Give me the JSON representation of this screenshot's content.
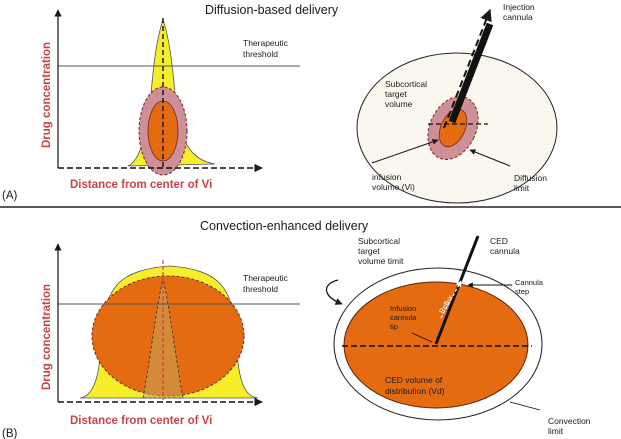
{
  "panel_a": {
    "tag": "(A)",
    "title": "Diffusion-based delivery",
    "y_axis": "Drug concentration",
    "x_axis": "Distance from center of Vi",
    "threshold": [
      "Therapeutic",
      "threshold"
    ],
    "cannula": [
      "Injection",
      "cannula"
    ],
    "target": [
      "Subcortical",
      "target",
      "volume"
    ],
    "infusion": [
      "infusion",
      "volume (Vi)"
    ],
    "diffusion": [
      "Diffusion",
      "limit"
    ]
  },
  "panel_b": {
    "tag": "(B)",
    "title": "Convection-enhanced delivery",
    "y_axis": "Drug concentration",
    "x_axis": "Distance from center of Vi",
    "threshold": [
      "Therapeutic",
      "threshold"
    ],
    "target": [
      "Subcortical",
      "target",
      "volume timit"
    ],
    "cannula": [
      "CED",
      "cannula"
    ],
    "step": [
      "Cannula",
      "step"
    ],
    "reflux": "Reflux",
    "tip": [
      "Infusion",
      "cannula",
      "tip"
    ],
    "ced_volume": [
      "CED volume of",
      "distribution (Vd)"
    ],
    "convection": [
      "Convection",
      "limit"
    ]
  },
  "colors": {
    "yellow": "#f6ee2a",
    "orange": "#e46b10",
    "pink": "#cf8f96",
    "axis_label": "#c9444a"
  }
}
